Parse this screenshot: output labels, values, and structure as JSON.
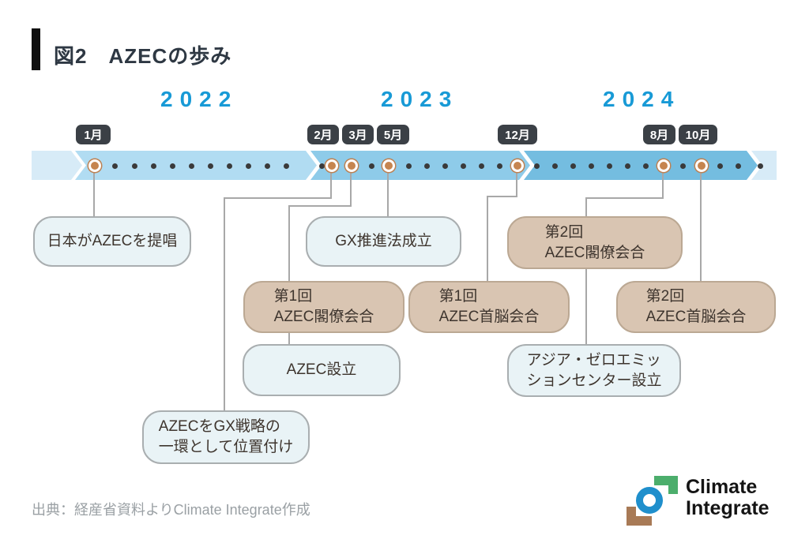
{
  "figure": {
    "title": "図2　AZECの歩み"
  },
  "timeline": {
    "years": [
      "2022",
      "2023",
      "2024"
    ],
    "months": [
      "1月",
      "2月",
      "3月",
      "5月",
      "12月",
      "8月",
      "10月"
    ]
  },
  "events": [
    {
      "label": "日本がAZECを提唱",
      "month": "1月",
      "year": "2022",
      "style": "plain"
    },
    {
      "label": "AZECをGX戦略の\n一環として位置付け",
      "month": "2月",
      "year": "2023",
      "style": "plain"
    },
    {
      "label": "第1回\nAZEC閣僚会合",
      "month": "3月",
      "year": "2023",
      "style": "highlight"
    },
    {
      "label": "AZEC設立",
      "month": "3月",
      "year": "2023",
      "style": "plain"
    },
    {
      "label": "GX推進法成立",
      "month": "5月",
      "year": "2023",
      "style": "plain"
    },
    {
      "label": "第1回\nAZEC首脳会合",
      "month": "12月",
      "year": "2023",
      "style": "highlight"
    },
    {
      "label": "第2回\nAZEC閣僚会合",
      "month": "8月",
      "year": "2024",
      "style": "highlight"
    },
    {
      "label": "アジア・ゼロエミッ\nションセンター設立",
      "month": "8月",
      "year": "2024",
      "style": "plain"
    },
    {
      "label": "第2回\nAZEC首脳会合",
      "month": "10月",
      "year": "2024",
      "style": "highlight"
    }
  ],
  "source": "出典：経産省資料よりClimate Integrate作成",
  "logo": {
    "name": "Climate Integrate",
    "line1": "Climate",
    "line2": "Integrate"
  },
  "colors": {
    "year_text": "#189ad6",
    "badge_bg": "#3b4046",
    "band_2022": "#b1dcf2",
    "band_2023": "#8ecbe9",
    "band_2024": "#74bde0",
    "band_tail": "#d7ebf7",
    "marker": "#c6854f",
    "box_light": "#e9f3f6",
    "box_highlight": "#d9c5b2",
    "logo_green": "#4cae6c",
    "logo_blue": "#1f8fcc",
    "logo_brown": "#a87a56"
  }
}
